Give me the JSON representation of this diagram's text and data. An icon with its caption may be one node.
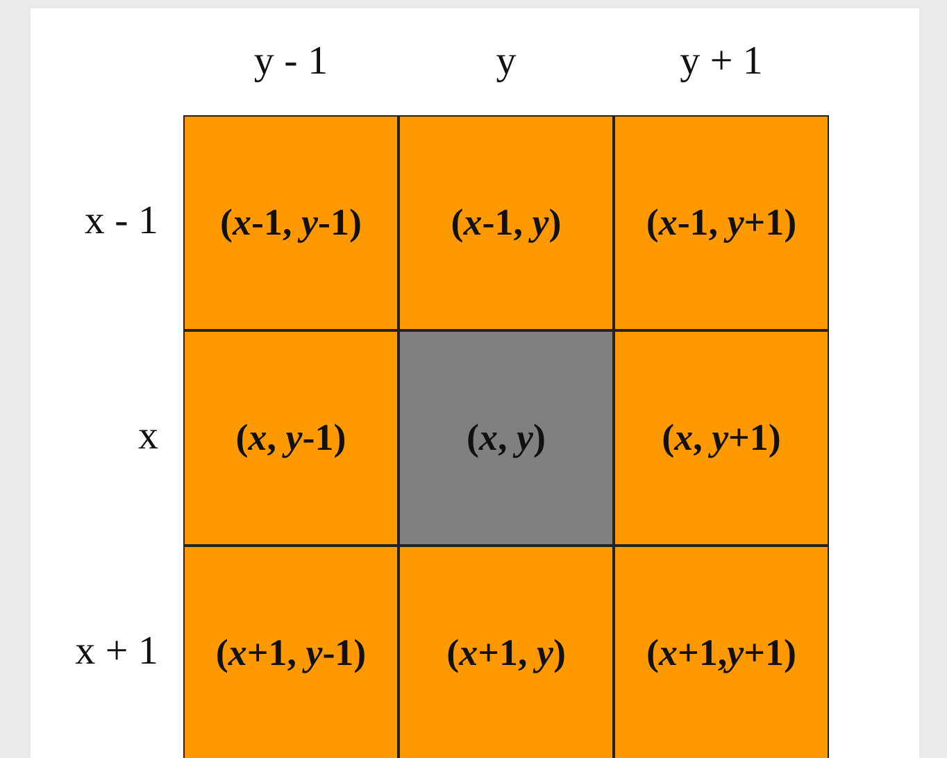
{
  "diagram": {
    "nodes": [
      {
        "text": [
          "(*x*-1, *y*-1)"
        ]
      },
      {
        "text": [
          "(*x*-1, *y*)"
        ]
      },
      {
        "text": [
          "(*x*-1, *y*+1)"
        ]
      },
      {
        "text": [
          "(*x*, *y*-1)"
        ]
      },
      {
        "text": [
          "(*x*, *y*)"
        ]
      },
      {
        "text": [
          "(*x*, *y*+1)"
        ]
      },
      {
        "text": [
          "(*x*+1, *y*-1)"
        ]
      },
      {
        "text": [
          "(*x*+1, *y*)"
        ]
      },
      {
        "text": [
          "(*x*+1,*y*+1)"
        ]
      }
    ],
    "edges": [],
    "labels": [
      "y - 1",
      "y",
      "y + 1",
      "x - 1",
      "x",
      "x + 1"
    ]
  }
}
